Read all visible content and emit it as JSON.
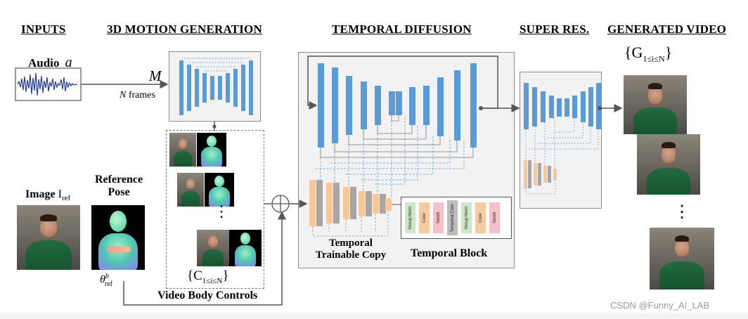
{
  "sections": {
    "inputs": "INPUTS",
    "motion": "3D MOTION GENERATION",
    "diffusion": "TEMPORAL DIFFUSION",
    "superres": "SUPER RES.",
    "generated": "GENERATED VIDEO"
  },
  "labels": {
    "audio": "Audio",
    "audio_var": "a",
    "motion_var": "M",
    "frames_n": "N",
    "frames": "frames",
    "image": "Image",
    "image_var": "I",
    "image_sub": "ref",
    "ref_pose_1": "Reference",
    "ref_pose_2": "Pose",
    "theta": "θ",
    "theta_sup": "b",
    "theta_sub": "ref",
    "controls_set": "{C",
    "controls_sub": "1≤i≤N",
    "controls_close": "}",
    "controls_title": "Video Body Controls",
    "gen_set": "{G",
    "gen_sub": "1≤i≤N",
    "gen_close": "}",
    "trainable_1": "Temporal",
    "trainable_2": "Trainable Copy",
    "temporal_block": "Temporal Block",
    "ellipsis": "⋮"
  },
  "temporal_block_items": [
    {
      "label": "Group Norm",
      "color": "#cfe7c7"
    },
    {
      "label": "Conv",
      "color": "#f8caa0"
    },
    {
      "label": "Swish",
      "color": "#f4c1c8"
    },
    {
      "label": "Temporal Conv",
      "color": "#bdbdbd"
    },
    {
      "label": "Group Norm",
      "color": "#cfe7c7"
    },
    {
      "label": "Conv",
      "color": "#f8caa0"
    },
    {
      "label": "Swish",
      "color": "#f4c1c8"
    }
  ],
  "colors": {
    "unet_blue": "#5b9bd5",
    "copy_orange": "#f8c79a",
    "copy_gray": "#a6a6a6",
    "panel_bg": "#f2f2f2",
    "waveform": "#1f3a93"
  },
  "watermark": "CSDN @Funny_AI_LAB"
}
